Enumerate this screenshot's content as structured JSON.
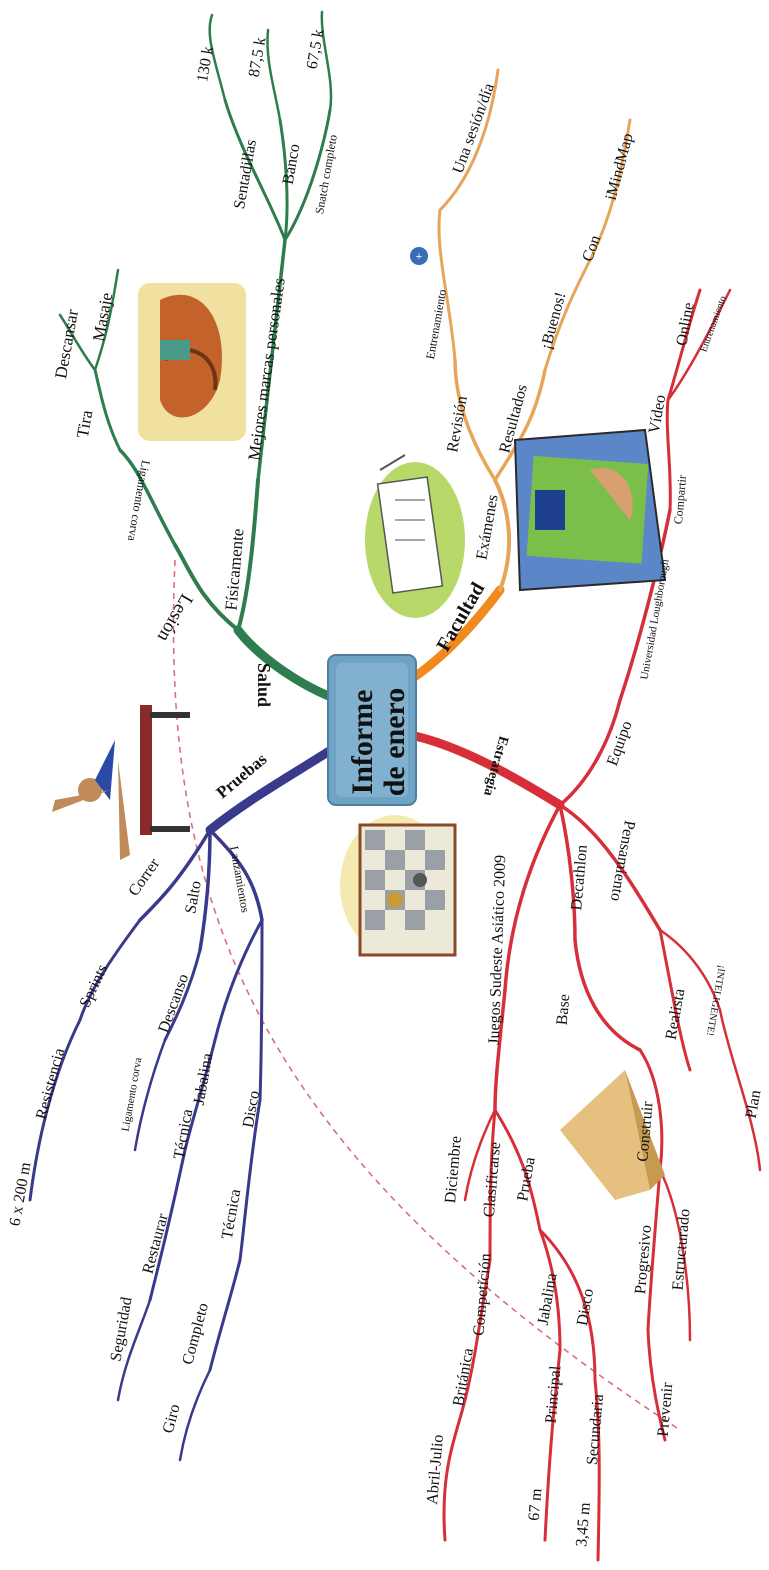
{
  "center": {
    "line1": "Informe",
    "line2": "de enero"
  },
  "colors": {
    "salud": "#2e7d4f",
    "facultad": "#e8a55a",
    "facultad_trunk": "#f08a1c",
    "estrategia": "#d62f3a",
    "pruebas": "#3a3a8c",
    "link": "#d9707a",
    "center_fill": "#6fa3c4"
  },
  "salud": {
    "title": "Salud",
    "lesion": "Lesión",
    "ligamento": "Ligamento corva",
    "tira": "Tira",
    "descansar": "Descansar",
    "masaje": "Masaje",
    "fisicamente": "Físicamente",
    "mejores": "Mejores marcas personales",
    "sentadillas": "Sentadillas",
    "banco": "Banco",
    "snatch": "Snatch completo",
    "v130": "130 k",
    "v875": "87,5 k",
    "v675": "67,5 k"
  },
  "facultad": {
    "title": "Facultad",
    "examenes": "Exámenes",
    "revision": "Revisión",
    "entrenamiento": "Entrenamiento",
    "sesion": "Una sesión/día",
    "resultados": "Resultados",
    "buenos": "¡Buenos!",
    "con": "Con",
    "imindmap": "iMindMap"
  },
  "estrategia": {
    "title": "Estrategia",
    "equipo": "Equipo",
    "universidad": "Universidad Loughborough",
    "compartir": "Compartir",
    "video": "Vídeo",
    "online": "Online",
    "entrenamiento": "Entrenamiento",
    "pensamiento": "Pensamiento",
    "realista": "Realista",
    "inteligente": "¡INTELIGENTE!",
    "plan": "Plan",
    "decathlon": "Decathlon",
    "base": "Base",
    "construir": "Construir",
    "progresivo": "Progresivo",
    "estructurado": "Estructurado",
    "prevenir": "Prevenir",
    "juegos": "Juegos Sudeste Asiático 2009",
    "diciembre": "Diciembre",
    "clasificarse": "Clasificarse",
    "competicion": "Competición",
    "britanica": "Británica",
    "abril": "Abril-Julio",
    "prueba": "Prueba",
    "jabalina": "Jabalina",
    "principal": "Principal",
    "v67": "67 m",
    "disco": "Disco",
    "secundaria": "Secundaria",
    "v345": "3,45 m"
  },
  "pruebas": {
    "title": "Pruebas",
    "correr": "Correr",
    "sprints": "Sprints",
    "resistencia": "Resistencia",
    "v6x200": "6 x 200 m",
    "salto": "Salto",
    "descanso": "Descanso",
    "ligamento": "Ligamento corva",
    "lanzamientos": "Lanzamientos",
    "jabalina": "Jabalina",
    "tecnica1": "Técnica",
    "restaurar": "Restaurar",
    "seguridad": "Seguridad",
    "disco": "Disco",
    "tecnica2": "Técnica",
    "completo": "Completo",
    "giro": "Giro"
  }
}
